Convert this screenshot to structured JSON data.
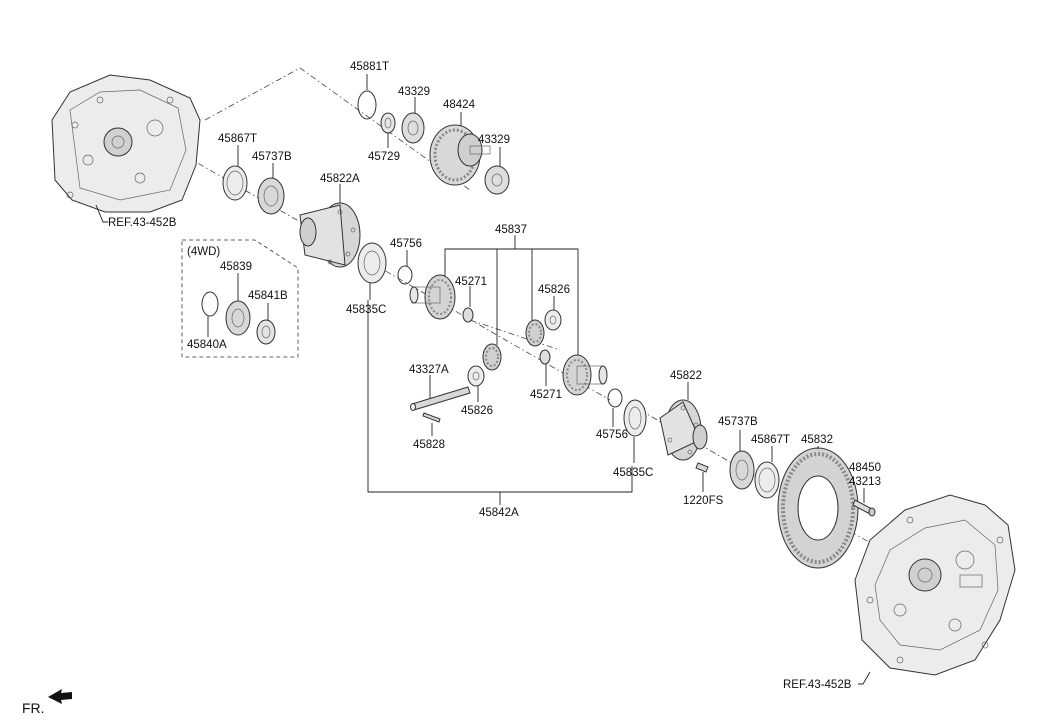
{
  "labels": {
    "p45881T": "45881T",
    "p43329a": "43329",
    "p48424": "48424",
    "p45729": "45729",
    "p43329b": "43329",
    "p45867Ta": "45867T",
    "p45737Ba": "45737B",
    "p45822A": "45822A",
    "ref_top": "REF.43-452B",
    "p4wd": "(4WD)",
    "p45839": "45839",
    "p45841B": "45841B",
    "p45840A": "45840A",
    "p45756a": "45756",
    "p45835Ca": "45835C",
    "p45837": "45837",
    "p45271a": "45271",
    "p45826a": "45826",
    "p43327A": "43327A",
    "p45826b": "45826",
    "p45271b": "45271",
    "p45828": "45828",
    "p45822": "45822",
    "p45756b": "45756",
    "p45835Cb": "45835C",
    "p45737Bb": "45737B",
    "p45867Tb": "45867T",
    "p45832": "45832",
    "p48450": "48450",
    "p43213": "43213",
    "p1220FS": "1220FS",
    "p45842A": "45842A",
    "ref_bottom": "REF.43-452B",
    "fr": "FR."
  }
}
